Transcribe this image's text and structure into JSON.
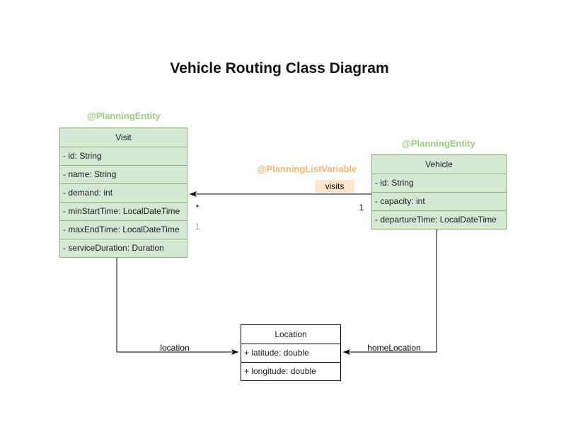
{
  "title": "Vehicle Routing Class Diagram",
  "colors": {
    "class_fill_green": "#d5e8d4",
    "class_border_green": "#82b366",
    "annotation_green": "#97d077",
    "annotation_orange": "#ffb570",
    "label_fill_orange": "#ffe6cc",
    "edge_color": "#000000",
    "multiplicity_purple": "#b3a2c7"
  },
  "classes": [
    {
      "name": "Visit",
      "annotation": "@PlanningEntity",
      "attributes": [
        "- id: String",
        "- name: String",
        "- demand: int",
        "- minStartTime: LocalDateTime",
        "- maxEndTime: LocalDateTime",
        "- serviceDuration: Duration"
      ]
    },
    {
      "name": "Vehicle",
      "annotation": "@PlanningEntity",
      "attributes": [
        "- id: String",
        "- capacity: int",
        "- departureTime: LocalDateTime"
      ]
    },
    {
      "name": "Location",
      "attributes": [
        "+ latitude: double",
        "+ longitude: double"
      ]
    }
  ],
  "relations": {
    "visits": {
      "annotation": "@PlanningListVariable",
      "label": "visits",
      "multiplicity_target": "*",
      "multiplicity_source": "1",
      "multiplicity_extra": "1"
    },
    "location": {
      "label": "location"
    },
    "homeLocation": {
      "label": "homeLocation"
    }
  }
}
